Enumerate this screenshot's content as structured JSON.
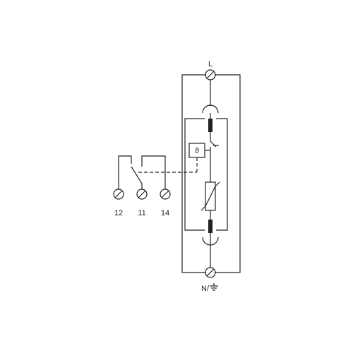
{
  "terminals": {
    "top": "L",
    "bottom": "N/",
    "contacts": [
      "12",
      "11",
      "14"
    ]
  },
  "symbols": {
    "thermal_disconnector": "ϑ"
  },
  "colors": {
    "line": "#222222",
    "background": "#ffffff"
  }
}
